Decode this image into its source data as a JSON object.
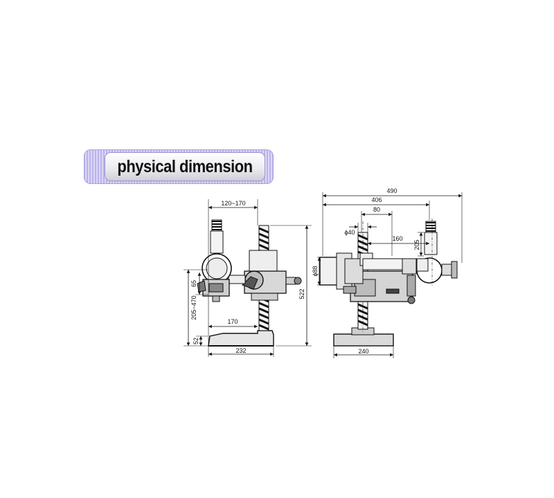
{
  "banner": {
    "title": "physical dimension"
  },
  "side_view": {
    "dimensions": {
      "top_width": "120~170",
      "height_total": "522",
      "height_range": "205~470",
      "clamp": "65",
      "base_height": "52",
      "base_inner": "170",
      "base_width": "232"
    }
  },
  "front_view": {
    "dimensions": {
      "overall": "490",
      "reach": "406",
      "offset": "80",
      "column_dia": "ϕ40",
      "arm": "160",
      "lamp_height": "205",
      "head_dia": "ϕ88",
      "base_width": "240"
    }
  }
}
